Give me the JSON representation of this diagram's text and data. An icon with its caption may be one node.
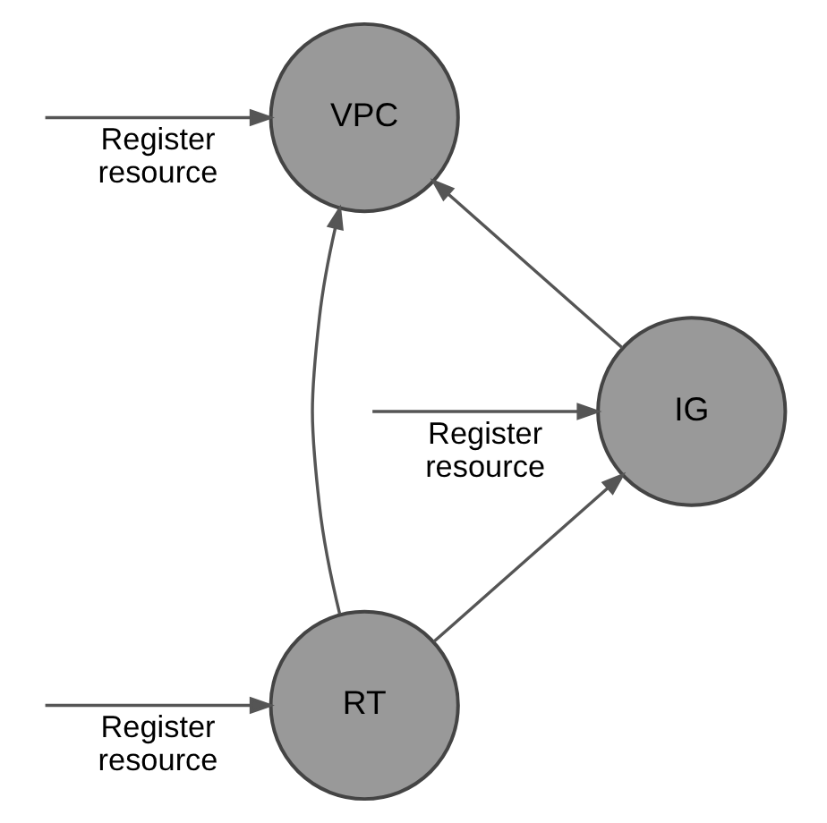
{
  "diagram": {
    "nodes": [
      {
        "text": [
          "VPC"
        ]
      },
      {
        "text": [
          "IG"
        ]
      },
      {
        "text": [
          "RT"
        ]
      }
    ],
    "edges": [
      {
        "from": 1,
        "to": 0,
        "arrow": "to"
      },
      {
        "from": 2,
        "to": 0,
        "arrow": "to"
      },
      {
        "from": 2,
        "to": 1,
        "arrow": "to"
      },
      {
        "from": null,
        "to": 0,
        "arrow": "to",
        "label": "Register resource"
      },
      {
        "from": null,
        "to": 1,
        "arrow": "to",
        "label": "Register resource"
      },
      {
        "from": null,
        "to": 2,
        "arrow": "to",
        "label": "Register resource"
      }
    ]
  }
}
